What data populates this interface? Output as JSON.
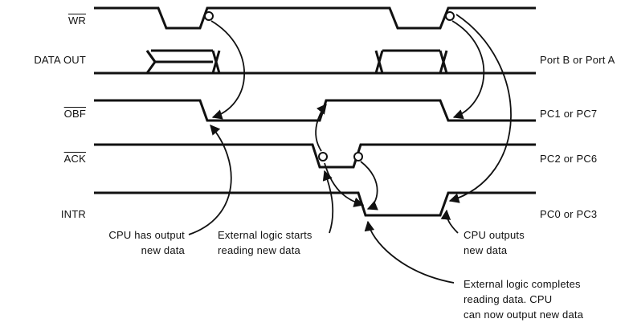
{
  "signals": [
    {
      "label": "WR",
      "overbar": true
    },
    {
      "label": "DATA OUT",
      "overbar": false
    },
    {
      "label": "OBF",
      "overbar": true
    },
    {
      "label": "ACK",
      "overbar": true
    },
    {
      "label": "INTR",
      "overbar": false
    }
  ],
  "ports": [
    "Port B or Port A",
    "PC1 or PC7",
    "PC2 or PC6",
    "PC0 or PC3"
  ],
  "annotations": {
    "cpu_output_1": "CPU has output",
    "cpu_output_2": "new data",
    "ext_start_1": "External logic starts",
    "ext_start_2": "reading new data",
    "cpu_outputs_1": "CPU outputs",
    "cpu_outputs_2": "new data",
    "ext_complete_1": "External logic completes",
    "ext_complete_2": "reading data. CPU",
    "ext_complete_3": "can now output new data"
  }
}
